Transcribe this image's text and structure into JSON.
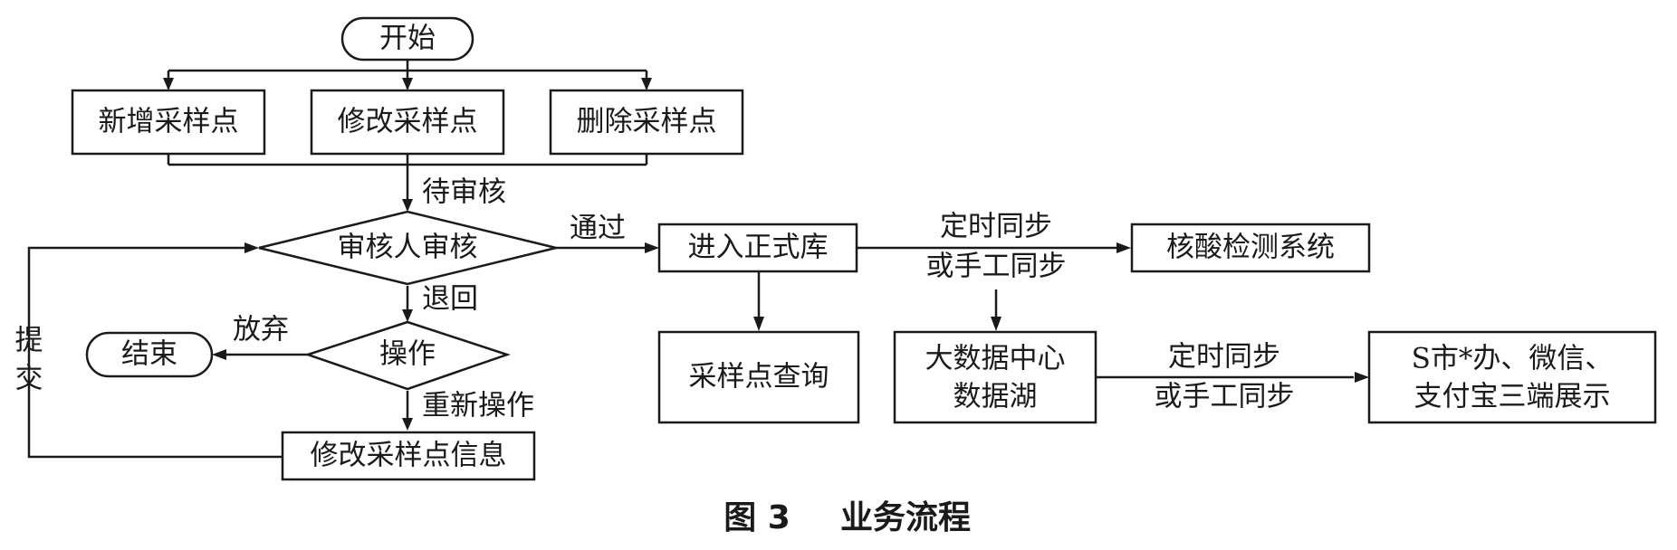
{
  "nodes": {
    "start": "开始",
    "add_point": "新增采样点",
    "modify_point": "修改采样点",
    "delete_point": "删除采样点",
    "review": "审核人审核",
    "enter_formal_db": "进入正式库",
    "nucleic_test_system": "核酸检测系统",
    "operation": "操作",
    "end": "结束",
    "sampling_query": "采样点查询",
    "data_center_line1": "大数据中心",
    "data_center_line2": "数据湖",
    "display_line1": "S市*办、微信、",
    "display_line2": "支付宝三端展示",
    "modify_info": "修改采样点信息"
  },
  "edge_labels": {
    "pending_review": "待审核",
    "pass": "通过",
    "sync1_line1": "定时同步",
    "sync1_line2": "或手工同步",
    "return": "退回",
    "give_up": "放弃",
    "submit_char1": "提",
    "submit_char2": "交",
    "re_operate": "重新操作",
    "sync2_line1": "定时同步",
    "sync2_line2": "或手工同步"
  },
  "caption": {
    "figure_label": "图 3",
    "title": "业务流程"
  }
}
